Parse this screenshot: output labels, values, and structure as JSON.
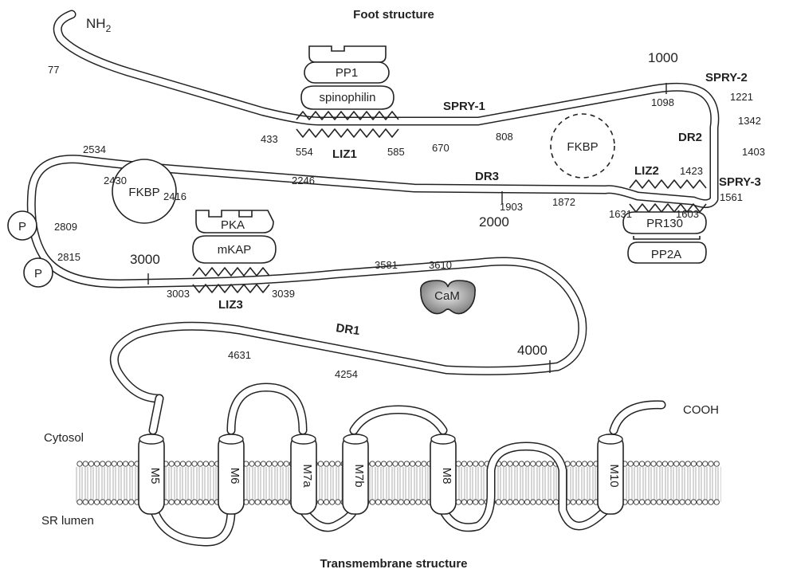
{
  "titles": {
    "top": "Foot structure",
    "bottom": "Transmembrane structure"
  },
  "termini": {
    "n": "NH",
    "n_sub": "2",
    "c": "COOH"
  },
  "compartments": {
    "cytosol": "Cytosol",
    "lumen": "SR lumen"
  },
  "proteins": {
    "pp1": "PP1",
    "spinophilin": "spinophilin",
    "fkbp_dashed": "FKBP",
    "fkbp_solid": "FKBP",
    "pka": "PKA",
    "mkap": "mKAP",
    "cam": "CaM",
    "pr130": "PR130",
    "pp2a": "PP2A",
    "p1": "P",
    "p2": "P"
  },
  "domains": {
    "spry1": "SPRY-1",
    "spry2": "SPRY-2",
    "spry3": "SPRY-3",
    "dr1": "DR1",
    "dr2": "DR2",
    "dr3": "DR3",
    "liz1": "LIZ1",
    "liz2": "LIZ2",
    "liz3": "LIZ3"
  },
  "helices": [
    "M5",
    "M6",
    "M7a",
    "M7b",
    "M8",
    "M10"
  ],
  "residues": {
    "r77": "77",
    "r433": "433",
    "r554": "554",
    "r585": "585",
    "r670": "670",
    "r808": "808",
    "r1000": "1000",
    "r1098": "1098",
    "r1221": "1221",
    "r1342": "1342",
    "r1403": "1403",
    "r1423": "1423",
    "r1561": "1561",
    "r1603": "1603",
    "r1631": "1631",
    "r1872": "1872",
    "r1903": "1903",
    "r2000": "2000",
    "r2246": "2246",
    "r2416": "2416",
    "r2430": "2430",
    "r2534": "2534",
    "r2809": "2809",
    "r2815": "2815",
    "r3000": "3000",
    "r3003": "3003",
    "r3039": "3039",
    "r3581": "3581",
    "r3610": "3610",
    "r4000": "4000",
    "r4254": "4254",
    "r4631": "4631"
  }
}
